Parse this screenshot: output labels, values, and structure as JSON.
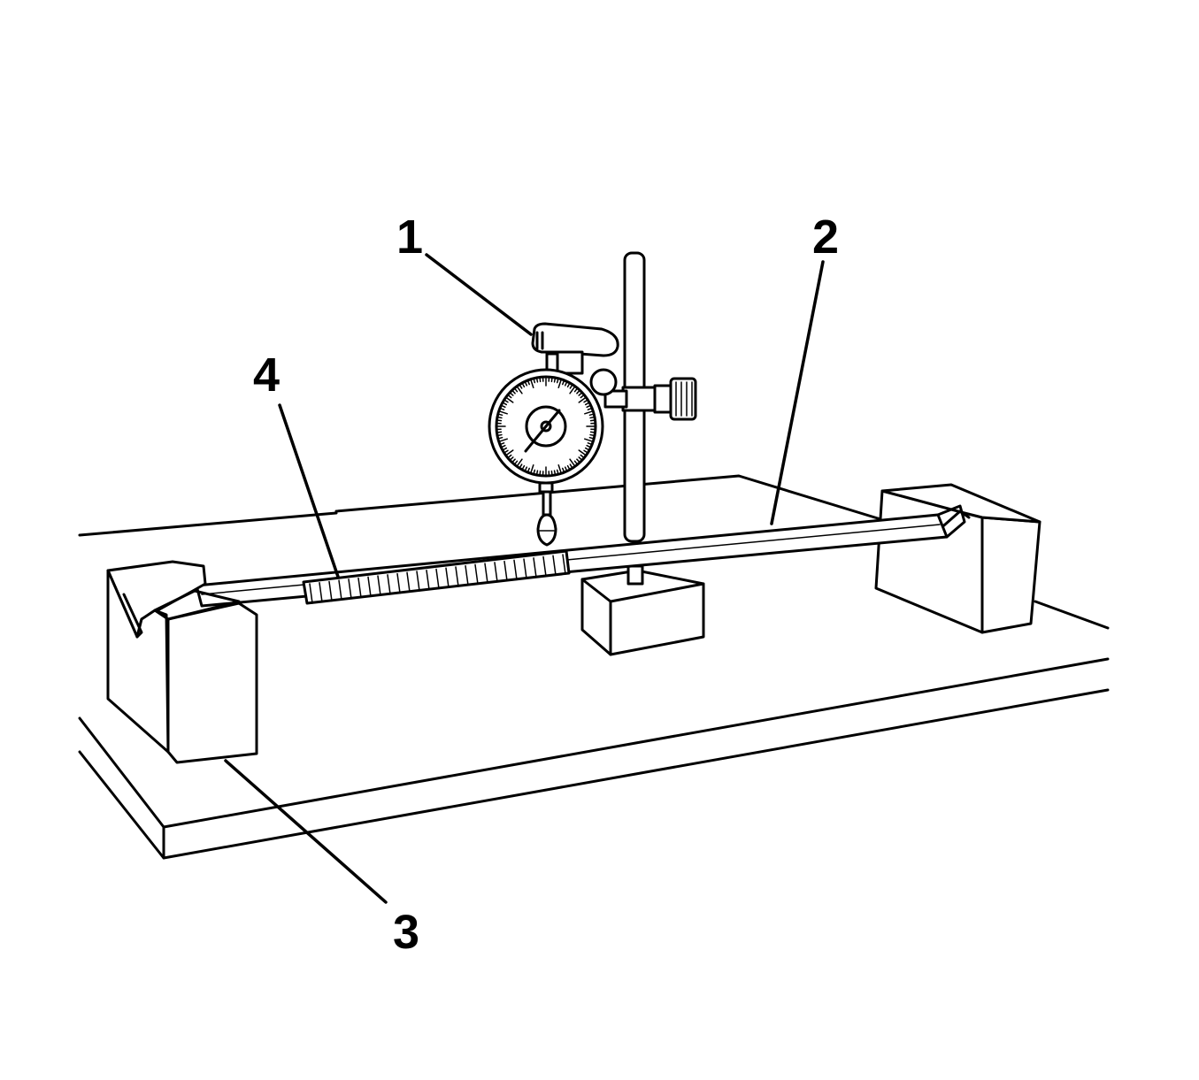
{
  "figure": {
    "colors": {
      "line": "#000000",
      "fill": "#ffffff"
    },
    "callouts": [
      {
        "id": "1",
        "label": "1"
      },
      {
        "id": "2",
        "label": "2"
      },
      {
        "id": "3",
        "label": "3"
      },
      {
        "id": "4",
        "label": "4"
      }
    ]
  }
}
